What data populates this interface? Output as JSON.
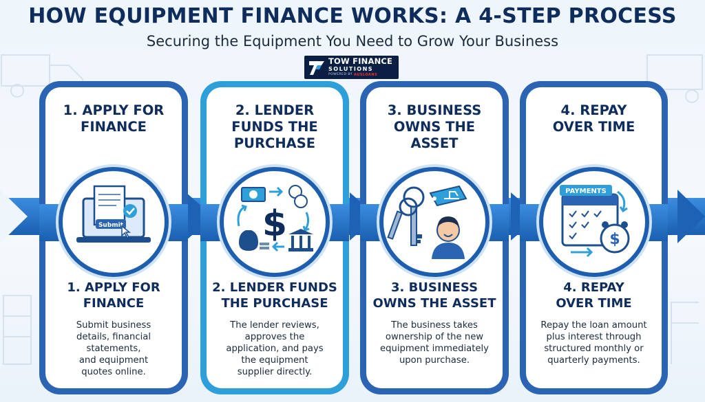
{
  "title": "HOW EQUIPMENT FINANCE WORKS: A 4-STEP PROCESS",
  "subtitle": "Securing the Equipment You Need to Grow Your Business",
  "logo": {
    "line1": "TOW FINANCE",
    "line2": "SOLUTIONS",
    "line3": "POWERED BY",
    "line3_brand": "AUSLOANS"
  },
  "colors": {
    "navy": "#0f2d5c",
    "blue": "#2a64b3",
    "light_blue": "#2e9fd8",
    "arrow_band": "#1f6fc1"
  },
  "steps": [
    {
      "heading_lines": [
        "1. APPLY FOR",
        "FINANCE"
      ],
      "sub_lines": [
        "1. APPLY FOR",
        "FINANCE"
      ],
      "desc_lines": [
        "Submit business",
        "details, financial",
        "statements,",
        "and equipment",
        "quotes online."
      ],
      "icon": "laptop-submit-icon",
      "icon_label": "Submit"
    },
    {
      "heading_lines": [
        "2. LENDER",
        "FUNDS THE",
        "PURCHASE"
      ],
      "sub_lines": [
        "2. LENDER FUNDS",
        "THE PURCHASE"
      ],
      "desc_lines": [
        "The lender reviews,",
        "approves the",
        "application, and pays",
        "the equipment",
        "supplier directly."
      ],
      "icon": "money-flow-icon"
    },
    {
      "heading_lines": [
        "3. BUSINESS",
        "OWNS THE",
        "ASSET"
      ],
      "sub_lines": [
        "3. BUSINESS",
        "OWNS THE ASSET"
      ],
      "desc_lines": [
        "The business takes",
        "ownership of the new",
        "equipment immediately",
        "upon purchase."
      ],
      "icon": "keys-owner-icon"
    },
    {
      "heading_lines": [
        "4. REPAY",
        "OVER TIME"
      ],
      "sub_lines": [
        "4. REPAY",
        "OVER TIME"
      ],
      "desc_lines": [
        "Repay the loan amount",
        "plus interest through",
        "structured monthly or",
        "quarterly payments."
      ],
      "icon": "payment-calendar-icon",
      "icon_label": "PAYMENTS"
    }
  ]
}
